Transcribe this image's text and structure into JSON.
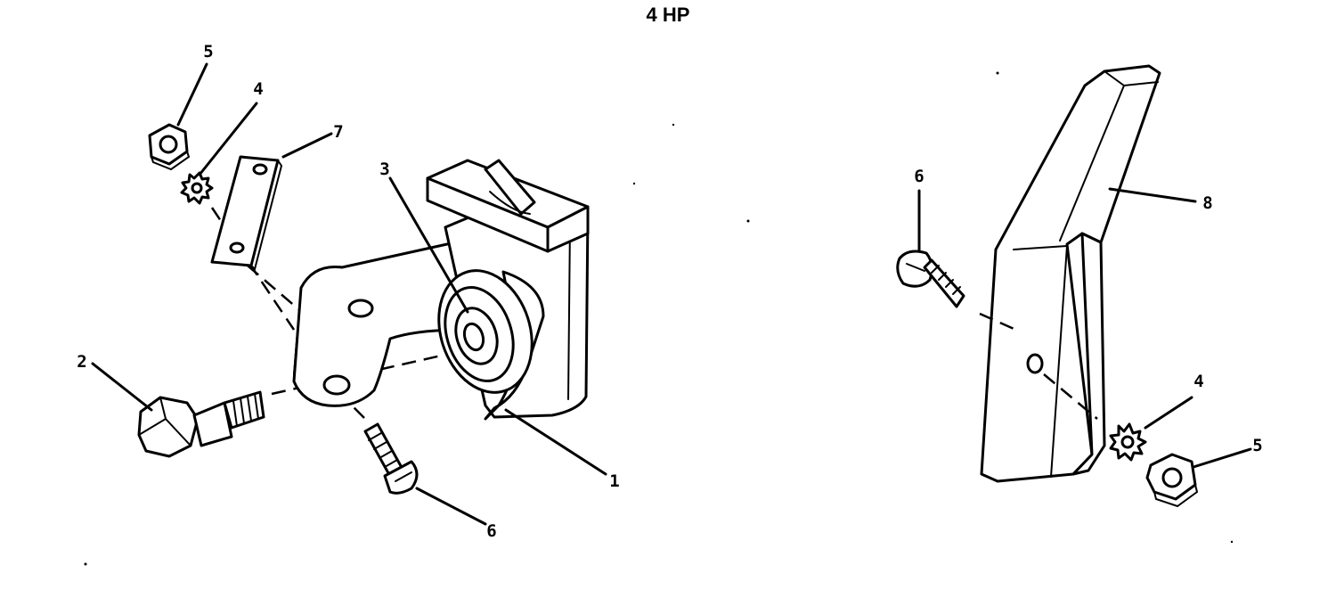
{
  "title": "4 HP",
  "callouts": {
    "left": {
      "bracket": "1",
      "bolt": "2",
      "roller": "3",
      "lockwasher": "4",
      "nut": "5",
      "screw": "6",
      "plate": "7"
    },
    "right": {
      "screw": "6",
      "bracket": "8",
      "lockwasher": "4",
      "nut": "5"
    }
  }
}
